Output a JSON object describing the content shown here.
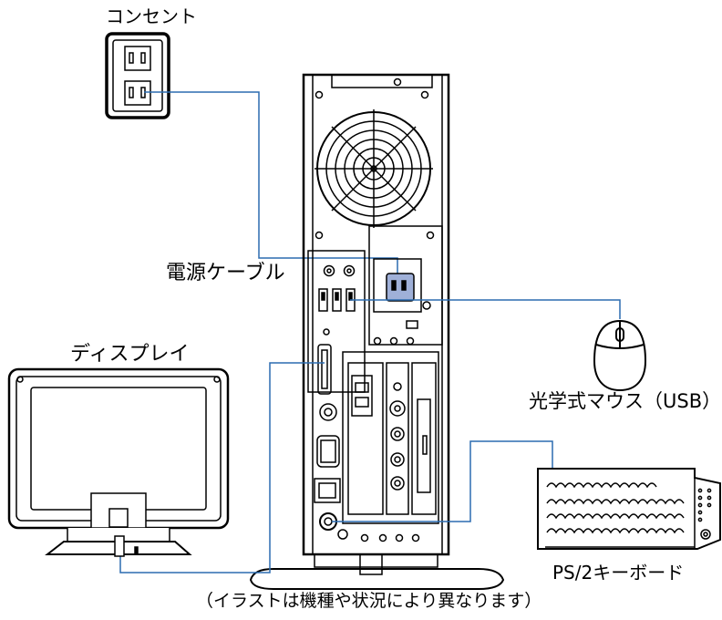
{
  "labels": {
    "outlet": "コンセント",
    "power_cable": "電源ケーブル",
    "display": "ディスプレイ",
    "mouse": "光学式マウス（USB）",
    "keyboard": "PS/2キーボード",
    "note": "（イラストは機種や状況により異なります）"
  },
  "colors": {
    "line": "#000000",
    "cable": "#2b6cb0",
    "connector_fill": "#9fb0d8",
    "background": "#ffffff"
  },
  "icons": [
    "wall-outlet-icon",
    "pc-tower-icon",
    "display-monitor-icon",
    "mouse-icon",
    "keyboard-icon"
  ]
}
